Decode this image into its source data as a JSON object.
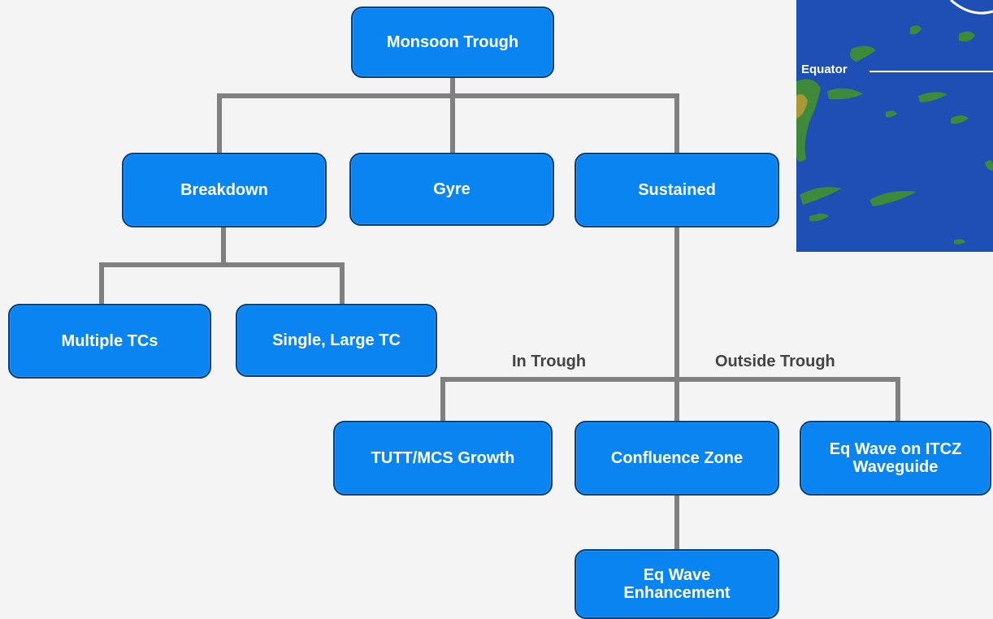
{
  "diagram": {
    "nodes": {
      "root": "Monsoon Trough",
      "breakdown": "Breakdown",
      "gyre": "Gyre",
      "sustained": "Sustained",
      "multiple_tcs": "Multiple TCs",
      "single_large_tc": "Single, Large TC",
      "tutt_mcs": "TUTT/MCS Growth",
      "confluence": "Confluence Zone",
      "eq_wave_itcz": "Eq Wave on ITCZ\nWaveguide",
      "eq_wave_enh": "Eq Wave\nEnhancement"
    },
    "edge_labels": {
      "in_trough": "In Trough",
      "outside_trough": "Outside Trough"
    }
  },
  "map": {
    "equator_label": "Equator"
  },
  "colors": {
    "node_fill": "#0a84f0",
    "node_border": "#0a3f78",
    "connector": "#808080",
    "background": "#f4f4f4",
    "ocean": "#1d4fb5",
    "land": "#3f8a3a"
  }
}
